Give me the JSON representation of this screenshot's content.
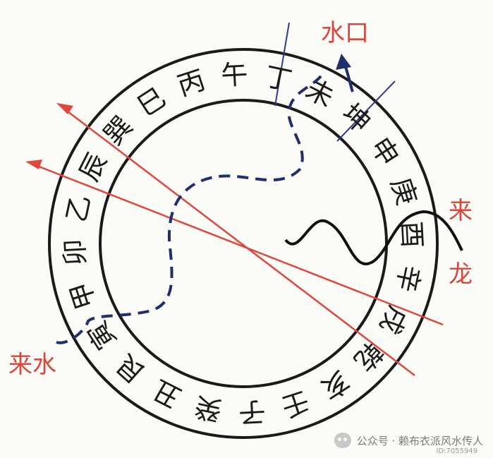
{
  "diagram": {
    "labels": {
      "water_outlet": "水口",
      "incoming_dragon": [
        "来",
        "龙"
      ],
      "incoming_water": "来水"
    },
    "directions": [
      "丁",
      "未",
      "坤",
      "申",
      "庚",
      "酉",
      "辛",
      "戌",
      "乾",
      "亥",
      "壬",
      "子",
      "癸",
      "丑",
      "艮",
      "寅",
      "甲",
      "卯",
      "乙",
      "辰",
      "巽",
      "巳",
      "丙",
      "午"
    ],
    "colors": {
      "ring": "#1a1a1a",
      "axis_lines": "#e0463c",
      "water_path": "#1f2f6b",
      "dragon_path": "#111111",
      "label": "#d9463a",
      "divider": "#2b3a8f"
    }
  },
  "watermark": {
    "text": "公众号 · 赖布衣派风水传人",
    "id": "ID:7055949"
  }
}
